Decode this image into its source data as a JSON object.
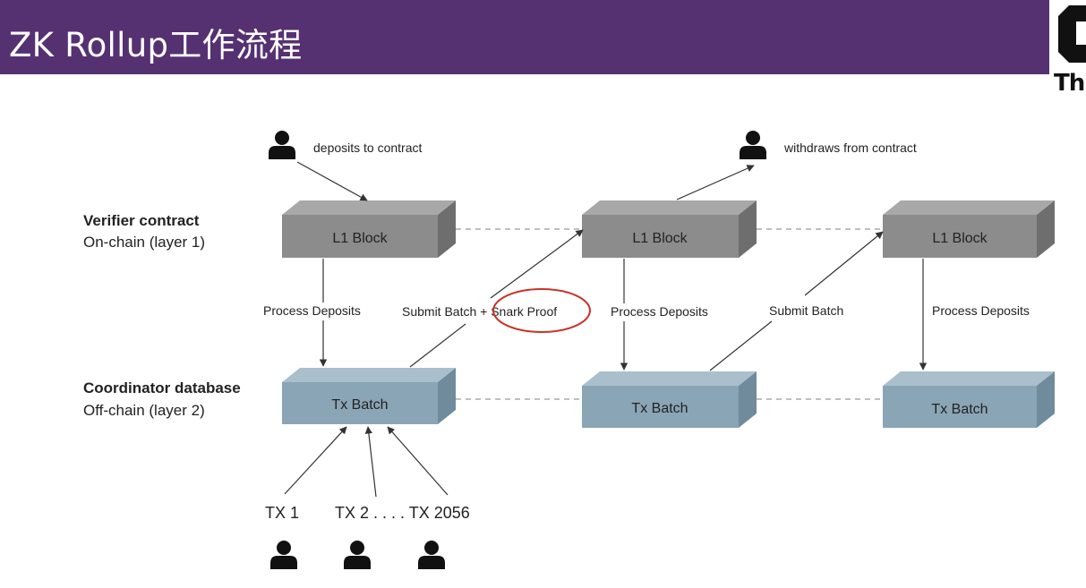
{
  "title": "ZK Rollup工作流程",
  "logo": {
    "text": "Th",
    "icon": "logo-mark"
  },
  "layers": {
    "l1": {
      "name": "Verifier contract",
      "sub": "On-chain (layer 1)"
    },
    "l2": {
      "name": "Coordinator database",
      "sub": "Off-chain (layer 2)"
    }
  },
  "blocks": {
    "l1_label": "L1 Block",
    "l2_label": "Tx Batch"
  },
  "labels": {
    "deposits": "deposits to contract",
    "withdraws": "withdraws from contract",
    "process_deposits": "Process Deposits",
    "submit_batch_proof": "Submit Batch + Snark Proof",
    "submit_batch": "Submit Batch"
  },
  "transactions": [
    "TX 1",
    "TX 2 . . . . TX 2056"
  ],
  "colors": {
    "title_bg": "#553172",
    "l1_front": "#8c8c8c",
    "l1_top": "#a8a8a8",
    "l1_side": "#6e6e6e",
    "l2_front": "#8aa5b5",
    "l2_top": "#a9bfcc",
    "l2_side": "#6f8b9c",
    "highlight": "#c83228"
  },
  "icons": [
    "person-icon"
  ]
}
